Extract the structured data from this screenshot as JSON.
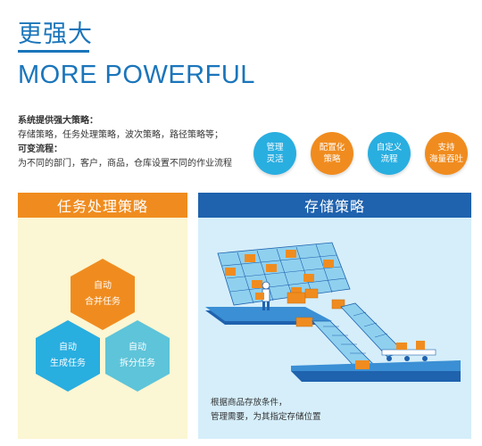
{
  "header": {
    "title_cn": "更强大",
    "title_en": "MORE POWERFUL"
  },
  "intro": {
    "heading1": "系统提供强大策略：",
    "line1": "存储策略，任务处理策略，波次策略，路径策略等；",
    "heading2": "可变流程：",
    "line2": "为不同的部门，客户，商品，仓库设置不同的作业流程"
  },
  "features": [
    {
      "line1": "管理",
      "line2": "灵活"
    },
    {
      "line1": "配置化",
      "line2": "策略"
    },
    {
      "line1": "自定义",
      "line2": "流程"
    },
    {
      "line1": "支持",
      "line2": "海量吞吐"
    }
  ],
  "left_panel": {
    "title": "任务处理策略",
    "hexes": [
      {
        "line1": "自动",
        "line2": "合并任务"
      },
      {
        "line1": "自动",
        "line2": "生成任务"
      },
      {
        "line1": "自动",
        "line2": "拆分任务"
      }
    ]
  },
  "right_panel": {
    "title": "存储策略",
    "caption_line1": "根据商品存放条件，",
    "caption_line2": "管理需要，为其指定存储位置"
  },
  "colors": {
    "blue": "#1a75bb",
    "orange": "#f08c1f",
    "cyan": "#29aee0",
    "teal": "#5ec4d9",
    "dark_blue": "#1f62ae"
  }
}
